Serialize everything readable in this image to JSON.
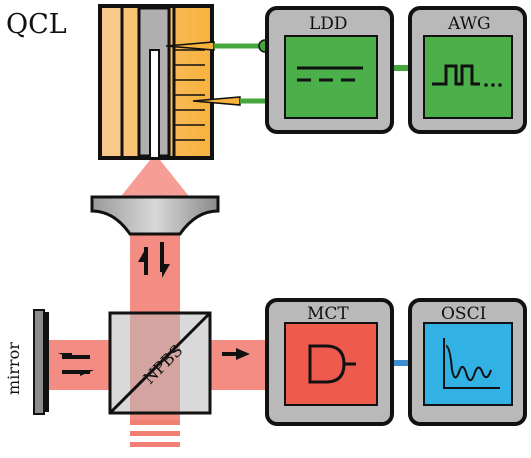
{
  "labels": {
    "qcl": "QCL",
    "ldd": "LDD",
    "awg": "AWG",
    "mct": "MCT",
    "osci": "OSCI",
    "npbs": "NPBS",
    "mirror": "mirror"
  },
  "colors": {
    "beam": "#f27f74",
    "beam_light": "#f8b3aa",
    "ldd_panel": "#4bb04a",
    "awg_panel": "#4bb04a",
    "mct_panel": "#ee5a4c",
    "osci_panel": "#32b1e4",
    "qcl_orange": "#f7b23b",
    "qcl_light": "#f9c98a",
    "box_gray": "#b9b9b9",
    "wire_green": "#46a73f",
    "wire_blue": "#3d8fd1"
  }
}
